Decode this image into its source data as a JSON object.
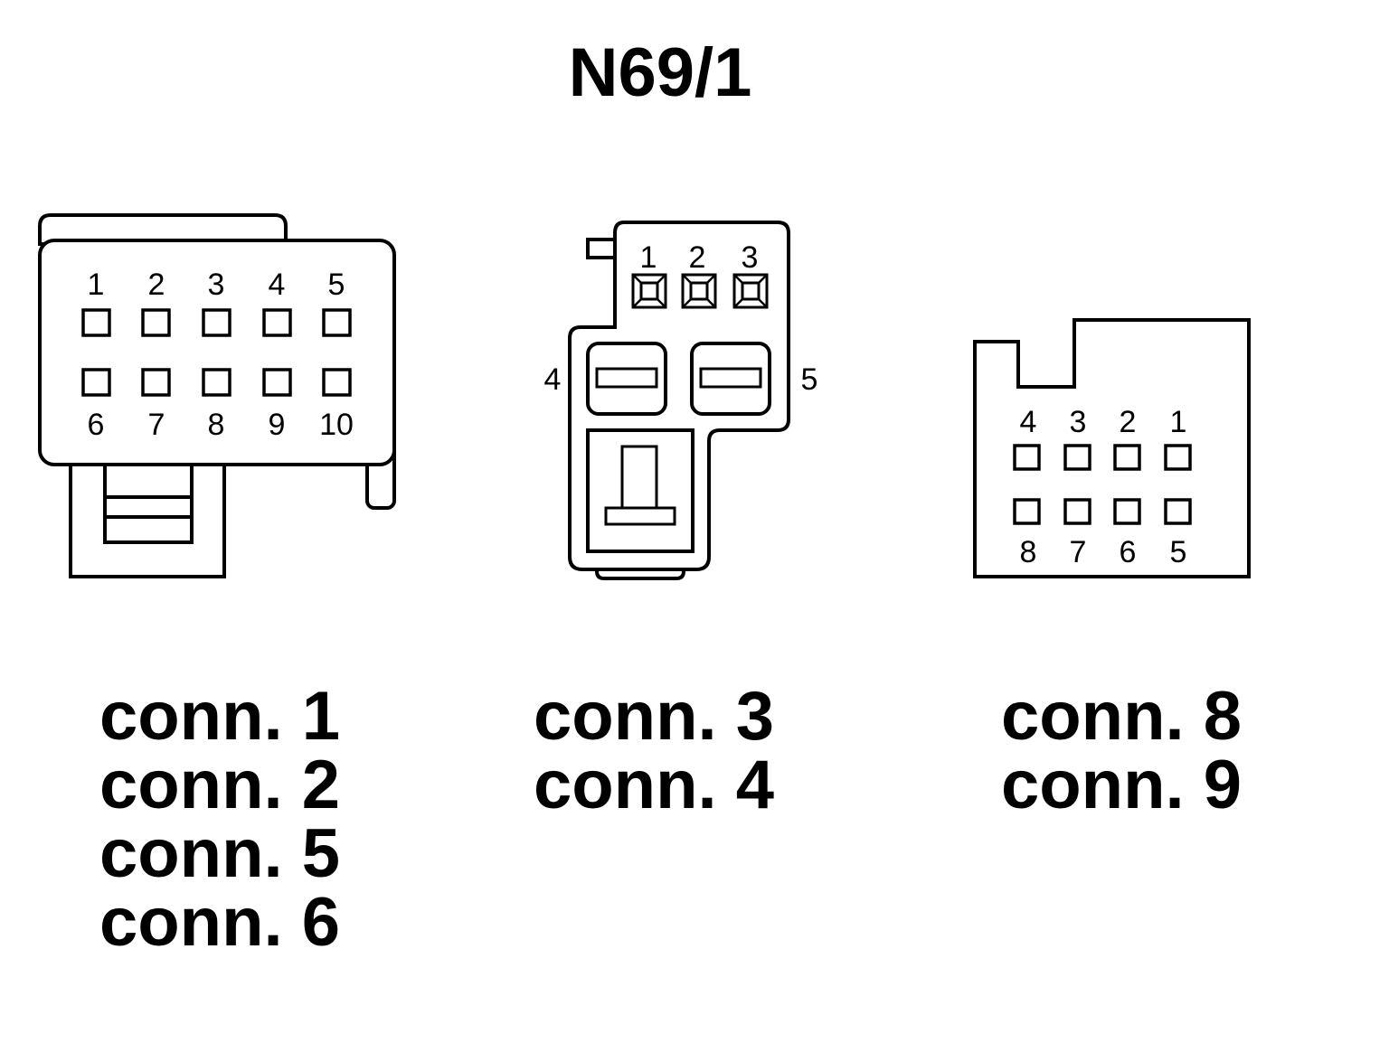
{
  "diagram": {
    "title": "N69/1",
    "connectors": [
      {
        "pin_labels": [
          "1",
          "2",
          "3",
          "4",
          "5",
          "6",
          "7",
          "8",
          "9",
          "10"
        ],
        "names": [
          "conn. 1",
          "conn. 2",
          "conn. 5",
          "conn. 6"
        ]
      },
      {
        "pin_labels": [
          "1",
          "2",
          "3",
          "4",
          "5"
        ],
        "names": [
          "conn. 3",
          "conn. 4"
        ]
      },
      {
        "pin_labels": [
          "4",
          "3",
          "2",
          "1",
          "8",
          "7",
          "6",
          "5"
        ],
        "names": [
          "conn. 8",
          "conn. 9"
        ]
      }
    ]
  },
  "colors": {
    "line": "#000000",
    "background": "#ffffff"
  }
}
